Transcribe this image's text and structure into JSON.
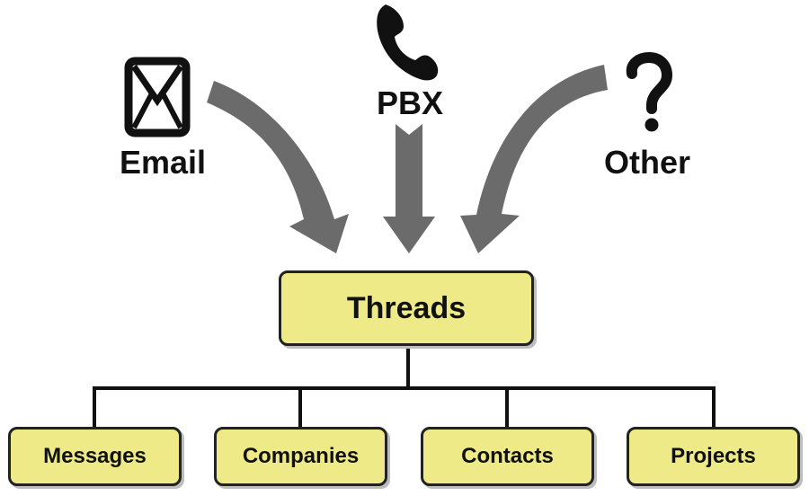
{
  "sources": {
    "email": {
      "label": "Email",
      "icon": "envelope-icon"
    },
    "pbx": {
      "label": "PBX",
      "icon": "phone-icon"
    },
    "other": {
      "label": "Other",
      "icon": "question-mark-icon"
    }
  },
  "hub": {
    "label": "Threads"
  },
  "children": [
    {
      "label": "Messages"
    },
    {
      "label": "Companies"
    },
    {
      "label": "Contacts"
    },
    {
      "label": "Projects"
    }
  ],
  "colors": {
    "box_fill": "#edea87",
    "box_border": "#222222",
    "arrow": "#6b6b6b",
    "connector": "#111111",
    "text": "#111111"
  }
}
